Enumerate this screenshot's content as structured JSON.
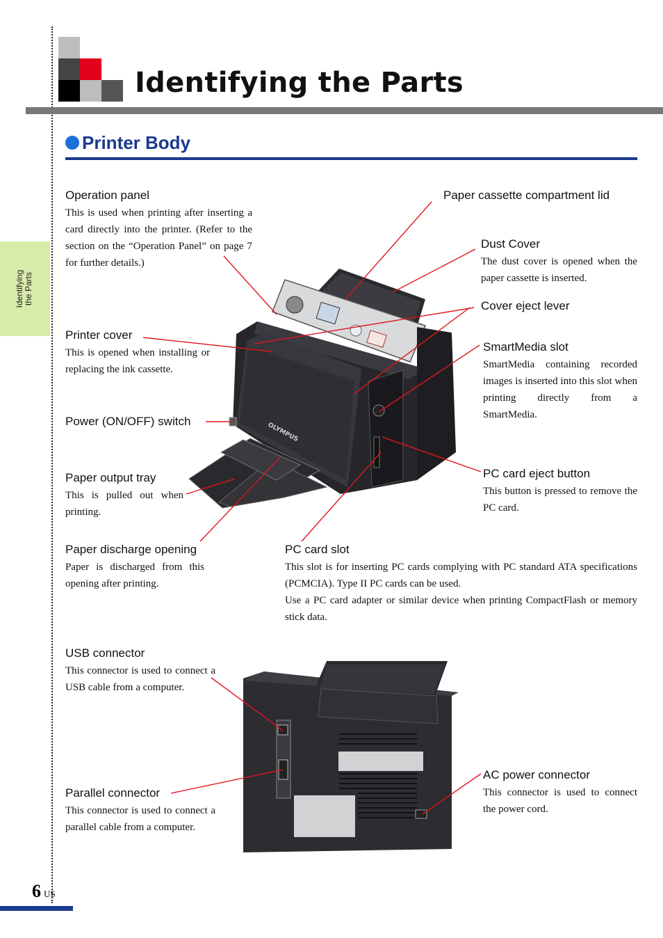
{
  "header": {
    "title": "Identifying the Parts",
    "section": "Printer Body",
    "side_tab": "Identifying\nthe Parts"
  },
  "parts": {
    "operation_panel": {
      "label": "Operation panel",
      "desc": "This is used when printing after inserting a card directly into the printer. (Refer to the section on the “Operation Panel” on page 7 for further details.)"
    },
    "paper_cassette_lid": {
      "label": "Paper cassette compartment lid"
    },
    "dust_cover": {
      "label": "Dust Cover",
      "desc": "The dust cover is opened when the paper cassette is inserted."
    },
    "cover_eject_lever": {
      "label": "Cover eject lever"
    },
    "printer_cover": {
      "label": "Printer cover",
      "desc": "This is opened when installing or replacing the ink cassette."
    },
    "smartmedia_slot": {
      "label": "SmartMedia slot",
      "desc": "SmartMedia containing recorded images is inserted into this slot when printing directly from a SmartMedia."
    },
    "power_switch": {
      "label": "Power (ON/OFF) switch"
    },
    "paper_output_tray": {
      "label": "Paper output tray",
      "desc": "This is pulled out when printing."
    },
    "pc_card_eject": {
      "label": "PC card eject button",
      "desc": "This button is pressed to remove the PC card."
    },
    "paper_discharge": {
      "label": "Paper discharge opening",
      "desc": "Paper is discharged from this opening after printing."
    },
    "pc_card_slot": {
      "label": "PC card slot",
      "desc1": "This slot is for inserting PC cards complying with PC standard ATA specifications (PCMCIA). Type II PC cards can be used.",
      "desc2": "Use a PC card adapter or similar device when printing CompactFlash or memory stick data."
    },
    "usb_connector": {
      "label": "USB connector",
      "desc": "This connector is used to connect a USB cable from a computer."
    },
    "parallel_connector": {
      "label": "Parallel connector",
      "desc": "This connector is used to connect a parallel cable from a computer."
    },
    "ac_power": {
      "label": "AC power connector",
      "desc": "This connector is used to connect the power cord."
    }
  },
  "printer": {
    "brand": "OLYMPUS"
  },
  "footer": {
    "page": "6",
    "region": "US"
  },
  "colors": {
    "accent_blue": "#1a3a8f",
    "bullet_blue": "#1f6fd8",
    "callout_red": "#e0161e",
    "tab_green": "#d8ecaa",
    "title_bar_gray": "#777777",
    "square_red": "#e3001b"
  }
}
